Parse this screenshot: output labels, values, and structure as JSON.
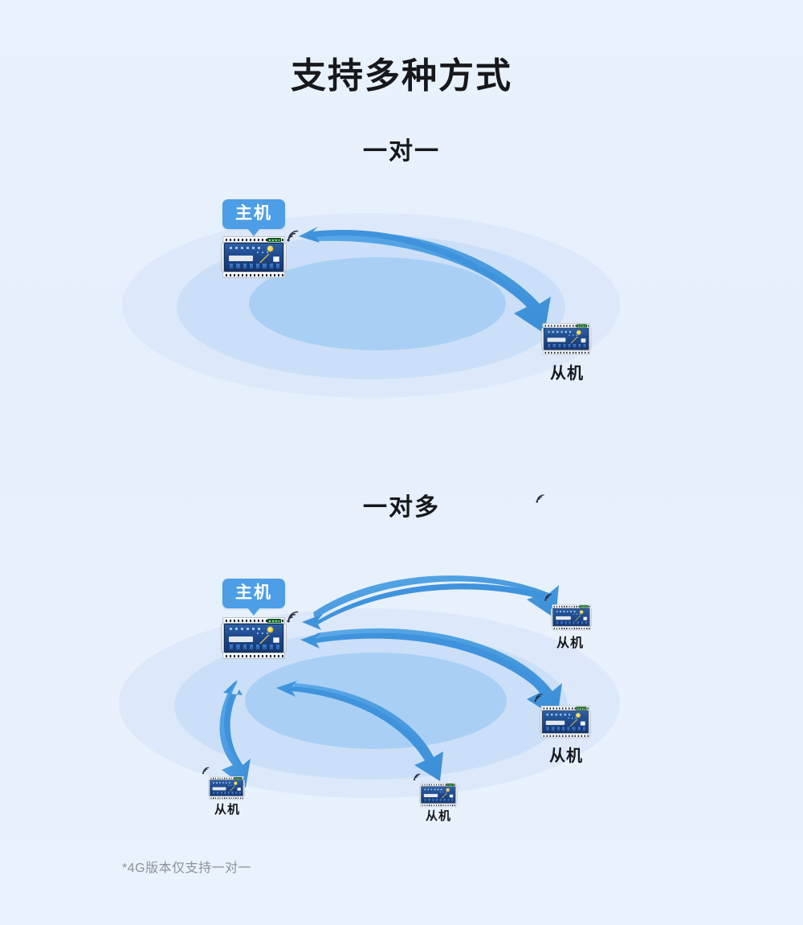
{
  "page": {
    "background_color": "#e8f1fd",
    "title": "支持多种方式",
    "footnote": "*4G版本仅支持一对一"
  },
  "colors": {
    "accent_blue": "#4d9ee6",
    "arrow_blue": "#3f93dc",
    "bubble_blue": "#4d9ee6",
    "ellipse_outer": "#dbe9fa",
    "ellipse_mid": "#c5ddf6",
    "ellipse_inner": "#a9d0f4",
    "text_dark": "#16181c",
    "footnote_gray": "#8d9299",
    "device_navy": "#1e4a8e",
    "device_case": "#f2f4f7",
    "device_green": "#1c6b2a",
    "device_yellow": "#f2c21a",
    "wifi_dark": "#2a3040"
  },
  "sections": [
    {
      "id": "one-to-one",
      "subtitle": "一对一",
      "master": {
        "label": "主机",
        "bubble": true
      },
      "slaves": [
        {
          "label": "从机"
        }
      ]
    },
    {
      "id": "one-to-many",
      "subtitle": "一对多",
      "master": {
        "label": "主机",
        "bubble": true
      },
      "slaves": [
        {
          "label": "从机",
          "position": "top-right"
        },
        {
          "label": "从机",
          "position": "right"
        },
        {
          "label": "从机",
          "position": "bottom-left"
        },
        {
          "label": "从机",
          "position": "bottom-center"
        }
      ]
    }
  ],
  "icons": {
    "wifi": "wifi-signal-icon",
    "arrow": "curved-arrow-icon"
  }
}
